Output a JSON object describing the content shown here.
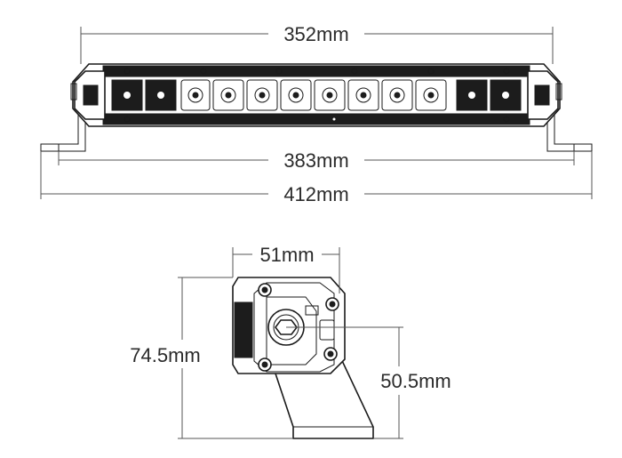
{
  "dimensions": {
    "bar_length": "352mm",
    "bracket_hole_span": "383mm",
    "overall_width": "412mm",
    "depth": "51mm",
    "overall_height": "74.5mm",
    "mount_height": "50.5mm"
  },
  "colors": {
    "line": "#1a1a1a",
    "dimension": "#555555",
    "text": "#2b2b2b",
    "fill_dark": "#1c1c1c"
  }
}
